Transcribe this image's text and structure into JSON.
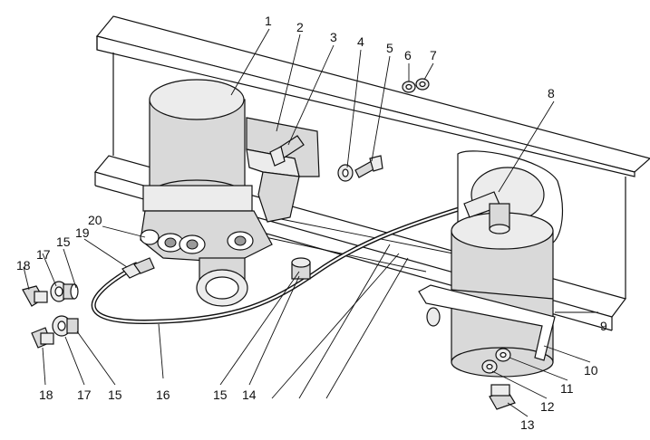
{
  "callouts": {
    "c1": "1",
    "c2": "2",
    "c3": "3",
    "c4": "4",
    "c5": "5",
    "c6": "6",
    "c7": "7",
    "c8": "8",
    "c9": "9",
    "c10": "10",
    "c11": "11",
    "c12": "12",
    "c13": "13",
    "c14": "14",
    "c15a": "15",
    "c15b": "15",
    "c15c": "15",
    "c16": "16",
    "c17a": "17",
    "c17b": "17",
    "c18a": "18",
    "c18b": "18",
    "c19": "19",
    "c20": "20"
  }
}
